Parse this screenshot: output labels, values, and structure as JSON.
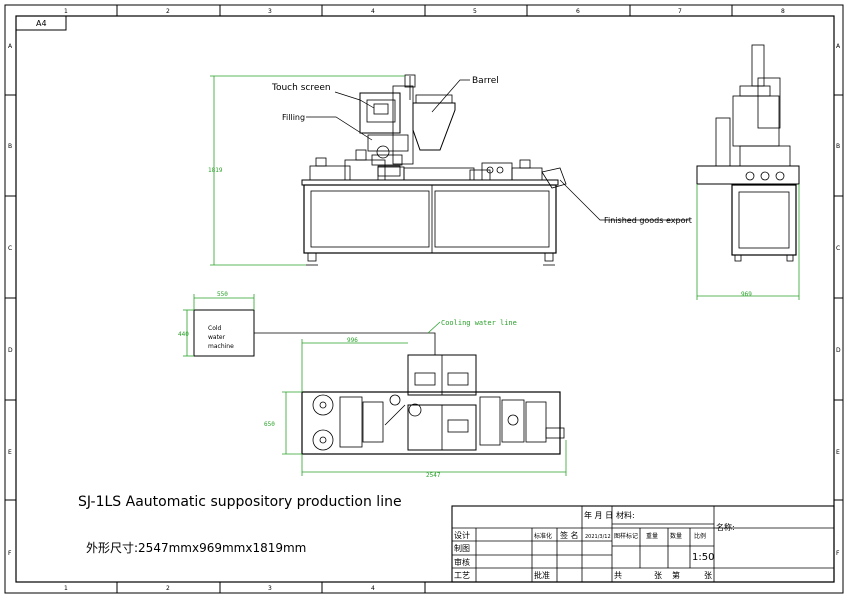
{
  "sheet": {
    "size": "A4",
    "cols": [
      "1",
      "2",
      "3",
      "4",
      "5",
      "6",
      "7",
      "8"
    ],
    "rows": [
      "A",
      "B",
      "C",
      "D",
      "E",
      "F"
    ]
  },
  "labels": {
    "touch_screen": "Touch screen",
    "barrel": "Barrel",
    "filling": "Filling",
    "finished_export": "Finished goods export",
    "cold_water_1": "Cold",
    "cold_water_2": "water",
    "cold_water_3": "machine",
    "cooling_line": "Cooling water line"
  },
  "dims": {
    "height": "1819",
    "width_side": "969",
    "chiller_w": "550",
    "chiller_h": "440",
    "top_inner": "996",
    "plan_h": "650",
    "plan_w": "2547"
  },
  "title": {
    "main": "SJ-1LS  Aautomatic suppository production line",
    "size": "外形尺寸:2547mmx969mmx1819mm"
  },
  "title_block": {
    "design": "设计",
    "draw": "制图",
    "check": "审核",
    "process": "工艺",
    "standardize": "标准化",
    "sign": "签 名",
    "date_hdr": "年 月 日",
    "date": "2021/3/12",
    "material": "材料:",
    "name": "名称:",
    "mark": "图样标记",
    "weight": "重量",
    "qty": "数量",
    "ratio_hdr": "比例",
    "ratio": "1:50",
    "approve": "批准",
    "total": "共",
    "sheet_word": "张",
    "page": "第",
    "sheet_word2": "张"
  }
}
